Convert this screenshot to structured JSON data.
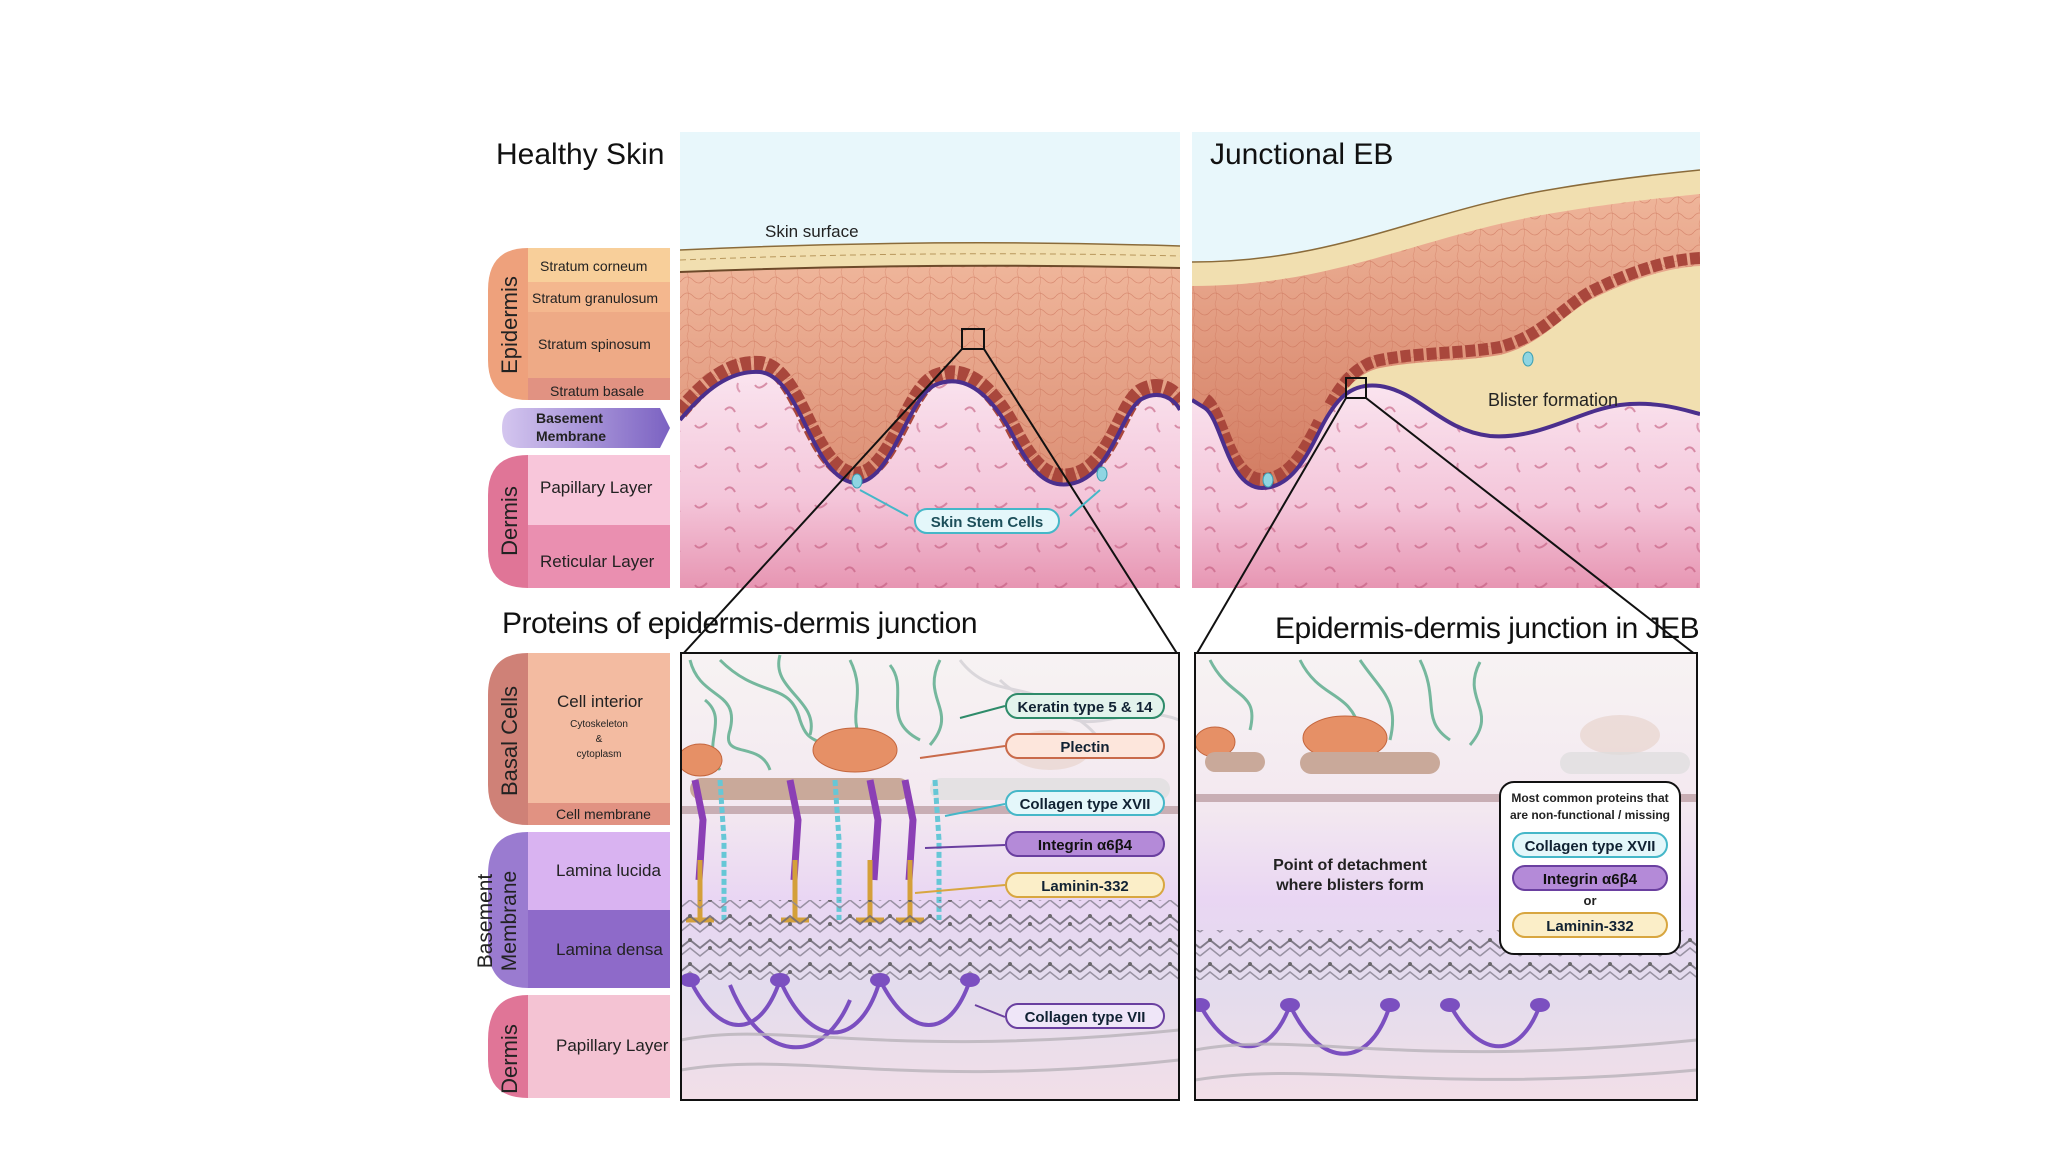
{
  "titles": {
    "healthy": "Healthy Skin",
    "jeb": "Junctional EB",
    "proteins": "Proteins of epidermis-dermis junction",
    "jeb_junction": "Epidermis-dermis junction in JEB"
  },
  "top_sidebar": {
    "epidermis": "Epidermis",
    "dermis": "Dermis",
    "layers": [
      "Stratum corneum",
      "Stratum granulosum",
      "Stratum spinosum",
      "Stratum basale"
    ],
    "basement_membrane": [
      "Basement",
      "Membrane"
    ],
    "dermis_layers": [
      "Papillary Layer",
      "Reticular Layer"
    ]
  },
  "top_labels": {
    "skin_surface": "Skin surface",
    "stem_cells": "Skin Stem Cells",
    "blister": "Blister formation"
  },
  "bottom_sidebar": {
    "basal_cells": "Basal Cells",
    "basement_membrane": [
      "Basement",
      "Membrane"
    ],
    "dermis": "Dermis",
    "cell_interior": "Cell interior",
    "cytoskeleton": [
      "Cytoskeleton",
      "&",
      "cytoplasm"
    ],
    "cell_membrane": "Cell membrane",
    "lamina_lucida": "Lamina lucida",
    "lamina_densa": "Lamina densa",
    "papillary": "Papillary Layer"
  },
  "proteins": [
    {
      "label": "Keratin type 5 & 14",
      "color": "#2e8b6a",
      "fill": "#e3f3ec"
    },
    {
      "label": "Plectin",
      "color": "#c96a4a",
      "fill": "#fde6dc"
    },
    {
      "label": "Collagen type XVII",
      "color": "#45b7c8",
      "fill": "#e4f7fa"
    },
    {
      "label": "Integrin α6β4",
      "color": "#6a3fa0",
      "fill": "#b48ad8"
    },
    {
      "label": "Laminin-332",
      "color": "#d8a640",
      "fill": "#fbeec8"
    },
    {
      "label": "Collagen type VII",
      "color": "#6a3fa0",
      "fill": "#efe6f8"
    }
  ],
  "jeb_notes": {
    "detachment": [
      "Point of detachment",
      "where blisters form"
    ],
    "box_title": [
      "Most common proteins that",
      "are non-functional / missing"
    ],
    "box_items": [
      "Collagen type XVII",
      "Integrin α6β4",
      "or",
      "Laminin-332"
    ]
  },
  "colors": {
    "epidermis": "#d9876a",
    "basal": "#a8493e",
    "membrane": "#5a3b9a",
    "papillary": "#f6d3e2",
    "reticular": "#e690ad",
    "sky": "#e9f7fb",
    "corneum": "#f3e2b8"
  }
}
